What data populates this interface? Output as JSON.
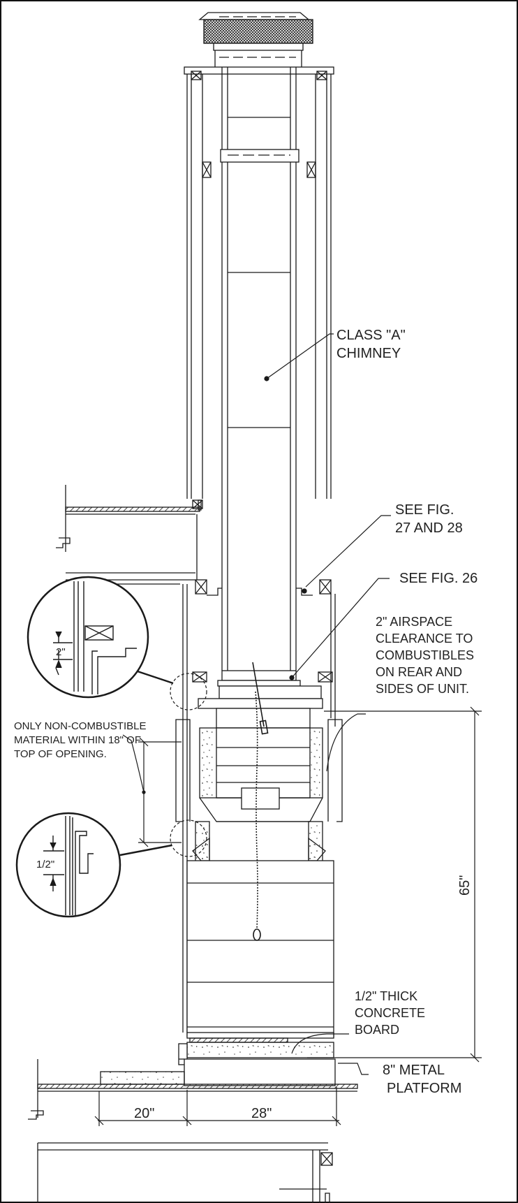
{
  "labels": {
    "chimney_line1": "CLASS \"A\"",
    "chimney_line2": "CHIMNEY",
    "fig2728_line1": "SEE FIG.",
    "fig2728_line2": "27 AND 28",
    "fig26": "SEE FIG. 26",
    "airspace_line1": "2\" AIRSPACE",
    "airspace_line2": "CLEARANCE TO",
    "airspace_line3": "COMBUSTIBLES",
    "airspace_line4": "ON REAR AND",
    "airspace_line5": "SIDES OF UNIT.",
    "noncomb_line1": "ONLY NON-COMBUSTIBLE",
    "noncomb_line2": "MATERIAL WITHIN 18\" OF",
    "noncomb_line3": "TOP OF OPENING.",
    "board_line1": "1/2\" THICK",
    "board_line2": "CONCRETE",
    "board_line3": "BOARD",
    "platform_line1": "8\" METAL",
    "platform_line2": "PLATFORM"
  },
  "dimensions": {
    "detail_top": "2\"",
    "detail_bottom": "1/2\"",
    "height": "65\"",
    "hearth_ext": "20\"",
    "unit_depth": "28\""
  },
  "colors": {
    "line": "#1a1a1a",
    "hatch": "#555555"
  }
}
